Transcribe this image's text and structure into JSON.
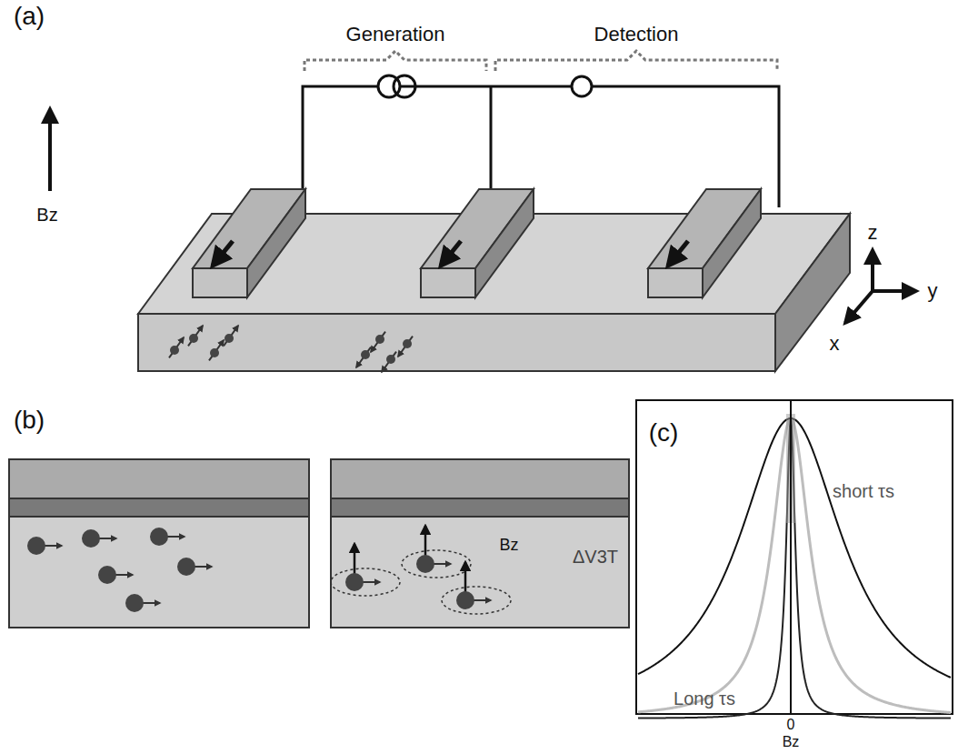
{
  "diagram": {
    "labels": [
      "(a)",
      "Generation",
      "Detection",
      "Bz",
      "z",
      "y",
      "x",
      "(b)",
      "Bz",
      "(c)",
      "ΔV3T",
      "short τs",
      "Long τs",
      "0",
      "Bz"
    ]
  }
}
